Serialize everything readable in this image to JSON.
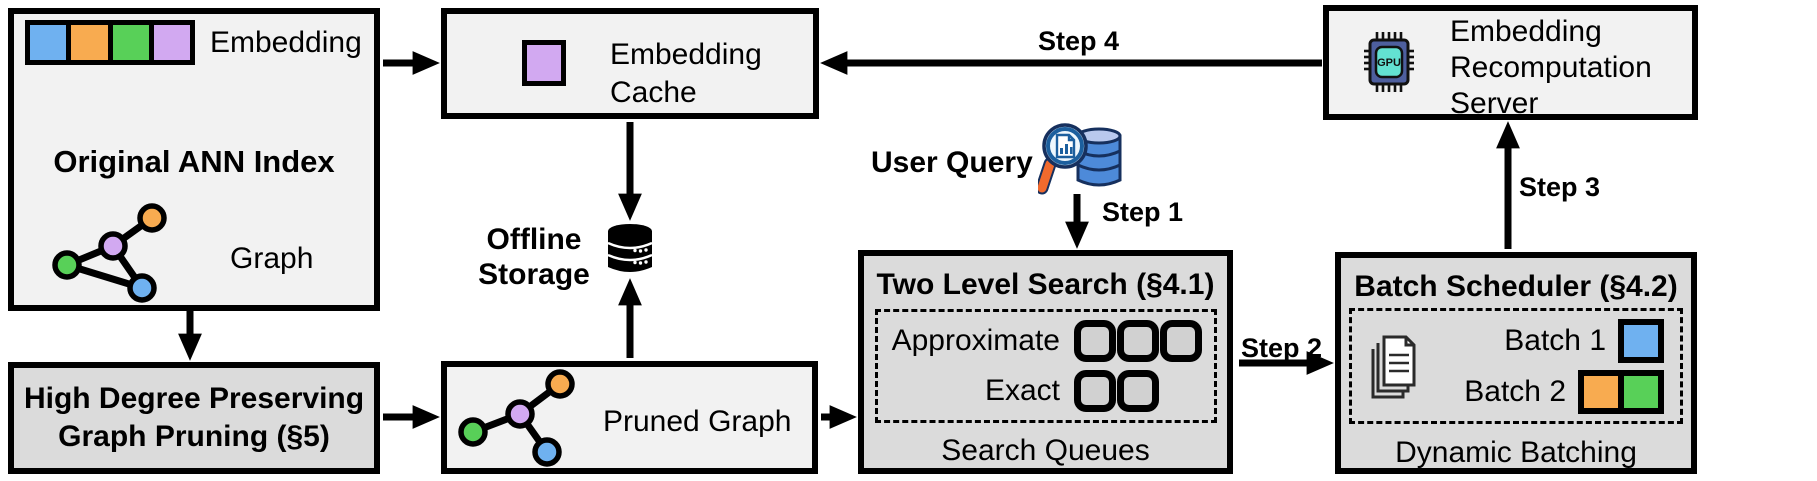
{
  "colors": {
    "blue": "#6fb1f0",
    "orange": "#f8ab50",
    "green": "#58d058",
    "purple": "#d2a9f1",
    "box_light": "#f2f2f2",
    "box_dark": "#dbdbdb",
    "slot_fill": "#d1d1d1",
    "chip_body": "#4e5f9e",
    "chip_core": "#63e2d2",
    "magnifier_rim": "#1c5f9e",
    "magnifier_handle": "#f06a2e",
    "query_db_body": "#4d8ad9",
    "query_db_top": "#b9c9ee"
  },
  "boxes": {
    "original_ann_index": {
      "title": "Original ANN Index",
      "embedding_label": "Embedding",
      "graph_label": "Graph",
      "embedding_cells": [
        "blue",
        "orange",
        "green",
        "purple"
      ]
    },
    "embedding_cache": {
      "lines": [
        "Embedding",
        "Cache"
      ],
      "icon_color": "purple"
    },
    "offline_storage": {
      "lines": [
        "Offline",
        "Storage"
      ]
    },
    "recomputation_server": {
      "lines": [
        "Embedding",
        "Recomputation",
        "Server"
      ],
      "chip_label": "GPU"
    },
    "high_degree_pruning": {
      "lines": [
        "High Degree Preserving",
        "Graph Pruning (§5)"
      ]
    },
    "pruned_graph": {
      "label": "Pruned Graph"
    },
    "two_level_search": {
      "title": "Two Level Search (§4.1)",
      "rows": [
        {
          "label": "Approximate",
          "slots": 3
        },
        {
          "label": "Exact",
          "slots": 2
        }
      ],
      "footer": "Search Queues"
    },
    "batch_scheduler": {
      "title": "Batch Scheduler (§4.2)",
      "rows": [
        {
          "label": "Batch 1",
          "cells": [
            "blue"
          ]
        },
        {
          "label": "Batch 2",
          "cells": [
            "orange",
            "green"
          ]
        }
      ],
      "footer": "Dynamic Batching"
    }
  },
  "flow": {
    "user_query": "User Query",
    "steps": [
      "Step 1",
      "Step 2",
      "Step 3",
      "Step 4"
    ]
  }
}
